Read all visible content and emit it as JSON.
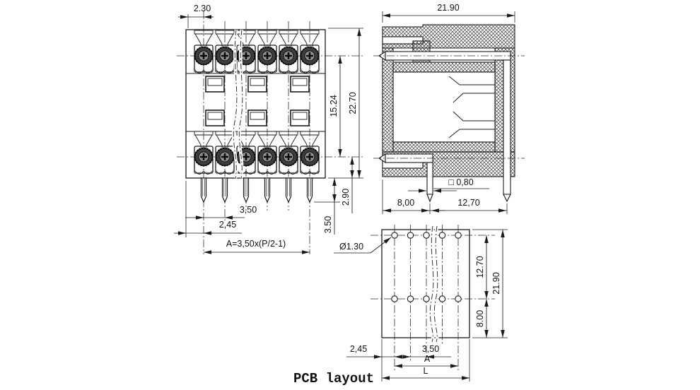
{
  "colors": {
    "line": "#1a1a1a",
    "background": "#ffffff"
  },
  "front_view": {
    "poles": 6,
    "dims": {
      "top_offset": "2.30",
      "row_spacing": "15.24",
      "overall_height": "22.70",
      "center_to_base": "2.90",
      "pin_protrusion": "3.50",
      "pin_pitch": "3,50",
      "first_pin_offset": "2,45",
      "span_formula": "A=3,50x(P/2-1)"
    }
  },
  "side_view": {
    "dims": {
      "overall_depth": "21.90",
      "pin_cross_section": "□ 0,80",
      "edge_to_first_pin": "8,00",
      "pin_row_spacing": "12,70"
    }
  },
  "pcb_layout": {
    "caption": "PCB layout",
    "hole_columns": 5,
    "hole_rows": 2,
    "dims": {
      "hole_diameter": "Ø1.30",
      "row_spacing": "12.70",
      "overall_height": "21.90",
      "row_to_edge": "8.00",
      "first_hole_offset": "2,45",
      "hole_pitch": "3,50",
      "span_a": "A",
      "span_l": "L"
    }
  }
}
